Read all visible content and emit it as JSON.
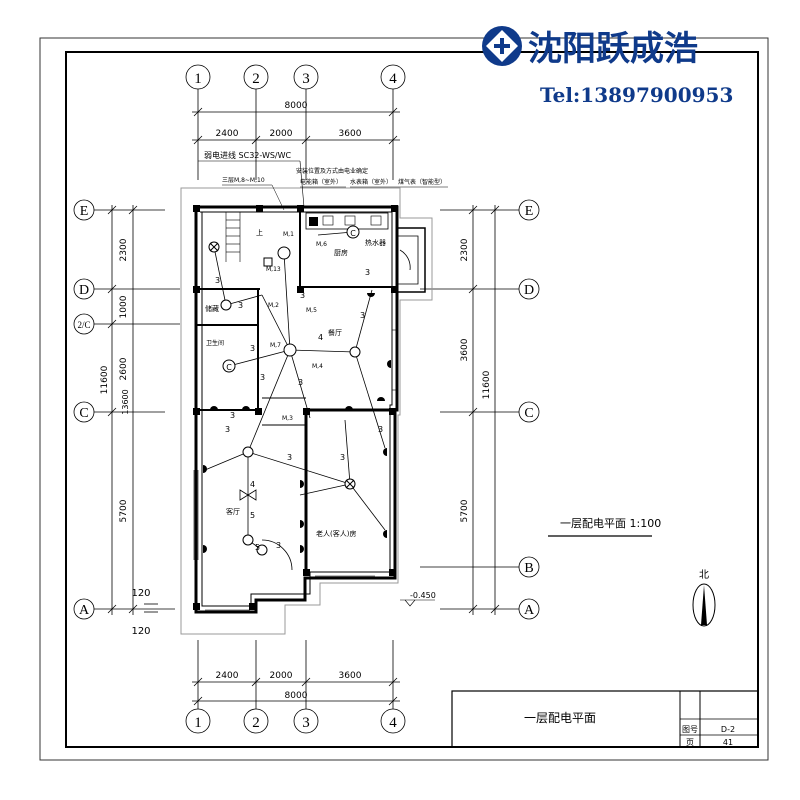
{
  "watermark": {
    "company": "沈阳跃成浩",
    "tel": "Tel:13897900953"
  },
  "plan": {
    "title": "一层配电平面  1:100",
    "cable_note": "弱电进线 SC32-WS/WC",
    "switch_note": "三层M,8~M,10",
    "install_note": "安装位置及方式由电业确定",
    "meter_box": "电能箱（室外）",
    "water_meter": "水表箱（室外）",
    "gas_meter": "煤气表（智能型）",
    "level_mark": "-0.450",
    "north_label": "北",
    "rooms": {
      "kitchen": "厨房",
      "dining": "餐厅",
      "storage": "储藏",
      "bathroom": "卫生间",
      "living": "客厅",
      "bedroom": "老人(客人)房",
      "heater": "热水器",
      "up": "上"
    },
    "panels": [
      "M,1",
      "M,6",
      "M,13",
      "M,2",
      "M,5",
      "M,7",
      "M,4",
      "M,3"
    ]
  },
  "axes": {
    "columns": [
      "1",
      "2",
      "3",
      "4"
    ],
    "rows": [
      "E",
      "D",
      "2/C",
      "C",
      "B",
      "A"
    ],
    "top_total": "8000",
    "top_dims": [
      "2400",
      "2000",
      "3600"
    ],
    "bottom_total": "8000",
    "bottom_dims": [
      "2400",
      "2000",
      "3600"
    ],
    "left_dims": [
      "2300",
      "1000",
      "2600",
      "5700"
    ],
    "left_total": "11600",
    "left_outer": "13600",
    "right_dims": [
      "2300",
      "3600",
      "5700"
    ],
    "right_total": "11600",
    "wall_dims": [
      "120",
      "120"
    ]
  },
  "title_block": {
    "drawing_name": "一层配电平面",
    "label_number": "图号",
    "number": "D-2",
    "label_page": "页",
    "page": "41"
  }
}
